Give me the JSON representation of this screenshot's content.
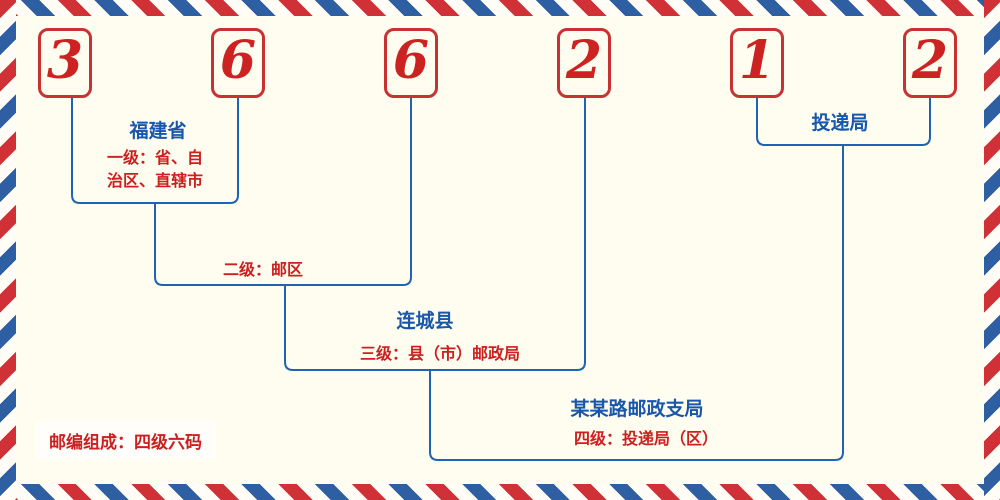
{
  "postal_code": {
    "digits": [
      "3",
      "6",
      "6",
      "2",
      "1",
      "2"
    ]
  },
  "labels": {
    "province": "福建省",
    "level1_lines": [
      "一级：省、自",
      "治区、直辖市"
    ],
    "level2": "二级：邮区",
    "county": "连城县",
    "level3": "三级：县（市）邮政局",
    "branch": "某某路邮政支局",
    "level4": "四级：投递局（区）",
    "delivery_office": "投递局",
    "composition": "邮编组成：四级六码"
  },
  "colors": {
    "digit_red": "#cc2222",
    "desc_red": "#cc2020",
    "place_blue": "#1857ac",
    "line_blue": "#1f63b5",
    "background_cream": "#fffdf0",
    "stripe_red": "#cf3136",
    "stripe_blue": "#2e5fa3"
  }
}
